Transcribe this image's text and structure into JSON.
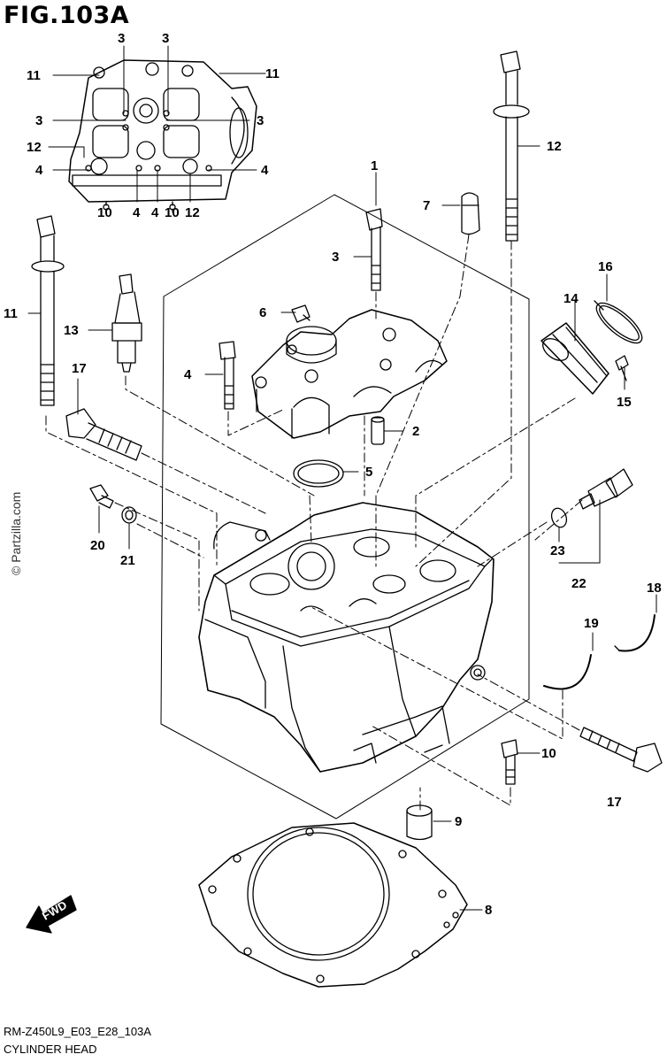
{
  "figure": {
    "title": "FIG.103A",
    "drawing_code": "RM-Z450L9_E03_E28_103A",
    "caption": "CYLINDER HEAD",
    "watermark": "© Partzilla.com",
    "fwd_label": "FWD"
  },
  "callouts": {
    "c1": "1",
    "c2": "2",
    "c3": "3",
    "c4": "4",
    "c5": "5",
    "c6": "6",
    "c7": "7",
    "c8": "8",
    "c9": "9",
    "c10": "10",
    "c11": "11",
    "c12": "12",
    "c13": "13",
    "c14": "14",
    "c15": "15",
    "c16": "16",
    "c17": "17",
    "c18": "18",
    "c19": "19",
    "c20": "20",
    "c21": "21",
    "c22": "22",
    "c23": "23"
  }
}
